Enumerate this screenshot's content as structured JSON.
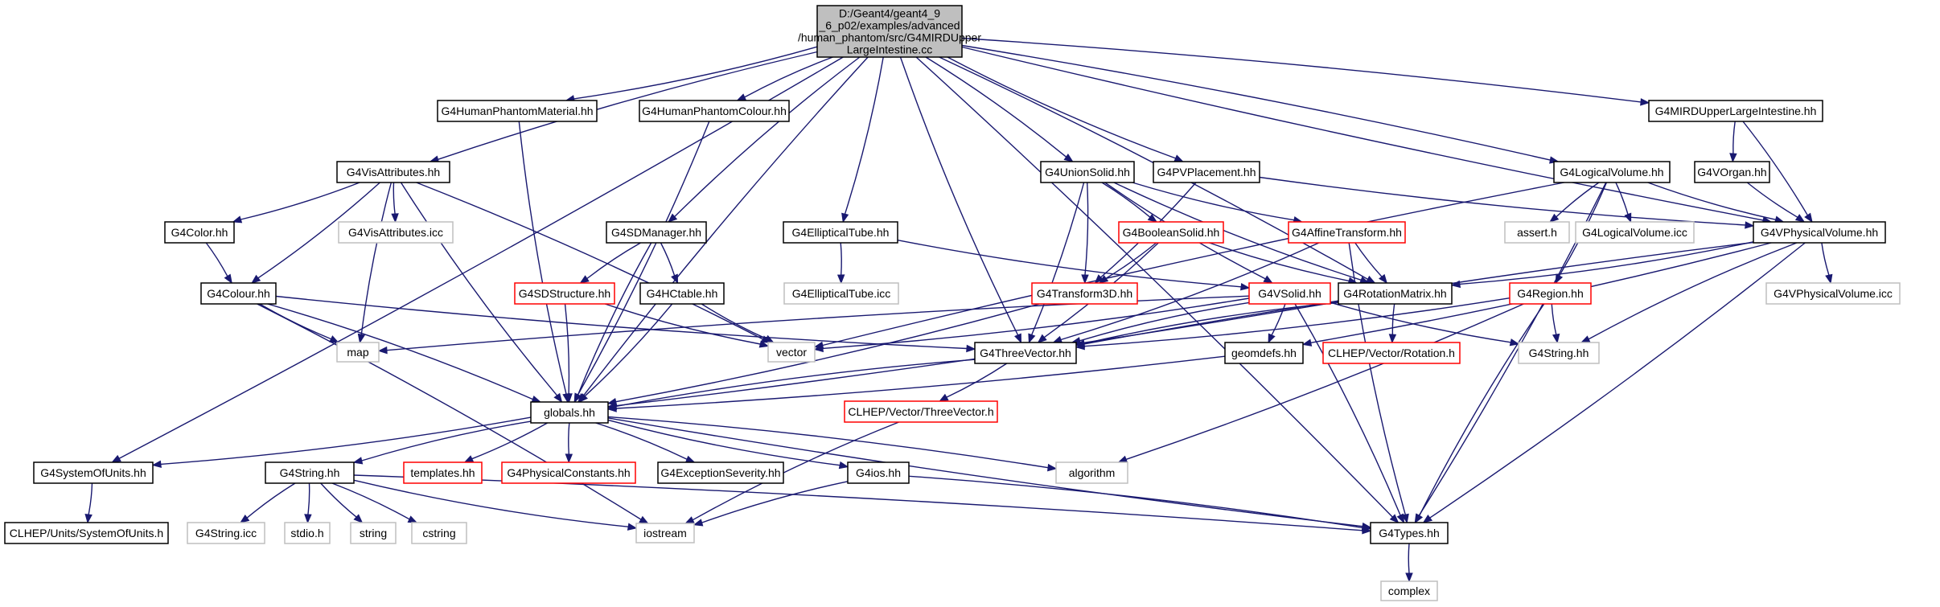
{
  "colors": {
    "edge": "#191970",
    "root_fill": "#bfbfbf",
    "documented_border": "#000000",
    "undocumented_border": "#bfbfbf",
    "incomplete_border": "#ff0000",
    "node_fill": "#ffffff"
  },
  "nodes": {
    "root": {
      "lines": [
        "D:/Geant4/geant4_9",
        "_6_p02/examples/advanced",
        "/human_phantom/src/G4MIRDUpper",
        "LargeIntestine.cc"
      ],
      "kind": "root"
    },
    "G4HumanPhantomMaterial": {
      "lines": [
        "G4HumanPhantomMaterial.hh"
      ],
      "kind": "doc"
    },
    "G4HumanPhantomColour": {
      "lines": [
        "G4HumanPhantomColour.hh"
      ],
      "kind": "doc"
    },
    "G4MIRDUpperLargeIntestine": {
      "lines": [
        "G4MIRDUpperLargeIntestine.hh"
      ],
      "kind": "doc"
    },
    "G4VisAttributes": {
      "lines": [
        "G4VisAttributes.hh"
      ],
      "kind": "doc"
    },
    "G4UnionSolid": {
      "lines": [
        "G4UnionSolid.hh"
      ],
      "kind": "doc"
    },
    "G4PVPlacement": {
      "lines": [
        "G4PVPlacement.hh"
      ],
      "kind": "doc"
    },
    "G4LogicalVolume": {
      "lines": [
        "G4LogicalVolume.hh"
      ],
      "kind": "doc"
    },
    "G4VOrgan": {
      "lines": [
        "G4VOrgan.hh"
      ],
      "kind": "doc"
    },
    "G4Color": {
      "lines": [
        "G4Color.hh"
      ],
      "kind": "doc"
    },
    "G4VisAttributesIcc": {
      "lines": [
        "G4VisAttributes.icc"
      ],
      "kind": "undoc"
    },
    "G4SDManager": {
      "lines": [
        "G4SDManager.hh"
      ],
      "kind": "doc"
    },
    "G4EllipticalTube": {
      "lines": [
        "G4EllipticalTube.hh"
      ],
      "kind": "doc"
    },
    "G4BooleanSolid": {
      "lines": [
        "G4BooleanSolid.hh"
      ],
      "kind": "incomplete"
    },
    "G4AffineTransform": {
      "lines": [
        "G4AffineTransform.hh"
      ],
      "kind": "incomplete"
    },
    "assert": {
      "lines": [
        "assert.h"
      ],
      "kind": "undoc"
    },
    "G4LogicalVolumeIcc": {
      "lines": [
        "G4LogicalVolume.icc"
      ],
      "kind": "undoc"
    },
    "G4VPhysicalVolume": {
      "lines": [
        "G4VPhysicalVolume.hh"
      ],
      "kind": "doc"
    },
    "G4Colour": {
      "lines": [
        "G4Colour.hh"
      ],
      "kind": "doc"
    },
    "G4SDStructure": {
      "lines": [
        "G4SDStructure.hh"
      ],
      "kind": "incomplete"
    },
    "G4HCtable": {
      "lines": [
        "G4HCtable.hh"
      ],
      "kind": "doc"
    },
    "G4EllipticalTubeIcc": {
      "lines": [
        "G4EllipticalTube.icc"
      ],
      "kind": "undoc"
    },
    "G4Transform3D": {
      "lines": [
        "G4Transform3D.hh"
      ],
      "kind": "incomplete"
    },
    "G4VSolid": {
      "lines": [
        "G4VSolid.hh"
      ],
      "kind": "incomplete"
    },
    "G4RotationMatrix": {
      "lines": [
        "G4RotationMatrix.hh"
      ],
      "kind": "doc"
    },
    "G4Region": {
      "lines": [
        "G4Region.hh"
      ],
      "kind": "incomplete"
    },
    "G4VPhysicalVolumeIcc": {
      "lines": [
        "G4VPhysicalVolume.icc"
      ],
      "kind": "undoc"
    },
    "map": {
      "lines": [
        "map"
      ],
      "kind": "undoc"
    },
    "vector": {
      "lines": [
        "vector"
      ],
      "kind": "undoc"
    },
    "G4ThreeVector": {
      "lines": [
        "G4ThreeVector.hh"
      ],
      "kind": "doc"
    },
    "geomdefs": {
      "lines": [
        "geomdefs.hh"
      ],
      "kind": "doc"
    },
    "CLHEPRotation": {
      "lines": [
        "CLHEP/Vector/Rotation.h"
      ],
      "kind": "incomplete"
    },
    "G4StringHH_grey": {
      "lines": [
        "G4String.hh"
      ],
      "kind": "undoc"
    },
    "globals": {
      "lines": [
        "globals.hh"
      ],
      "kind": "doc"
    },
    "CLHEPThreeVector": {
      "lines": [
        "CLHEP/Vector/ThreeVector.h"
      ],
      "kind": "incomplete"
    },
    "G4SystemOfUnits": {
      "lines": [
        "G4SystemOfUnits.hh"
      ],
      "kind": "doc"
    },
    "G4String": {
      "lines": [
        "G4String.hh"
      ],
      "kind": "doc"
    },
    "templates": {
      "lines": [
        "templates.hh"
      ],
      "kind": "incomplete"
    },
    "G4PhysicalConstants": {
      "lines": [
        "G4PhysicalConstants.hh"
      ],
      "kind": "incomplete"
    },
    "G4ExceptionSeverity": {
      "lines": [
        "G4ExceptionSeverity.hh"
      ],
      "kind": "doc"
    },
    "G4ios": {
      "lines": [
        "G4ios.hh"
      ],
      "kind": "doc"
    },
    "algorithm": {
      "lines": [
        "algorithm"
      ],
      "kind": "undoc"
    },
    "CLHEPUnits": {
      "lines": [
        "CLHEP/Units/SystemOfUnits.h"
      ],
      "kind": "doc"
    },
    "G4StringIcc": {
      "lines": [
        "G4String.icc"
      ],
      "kind": "undoc"
    },
    "stdio": {
      "lines": [
        "stdio.h"
      ],
      "kind": "undoc"
    },
    "string": {
      "lines": [
        "string"
      ],
      "kind": "undoc"
    },
    "cstring": {
      "lines": [
        "cstring"
      ],
      "kind": "undoc"
    },
    "iostream": {
      "lines": [
        "iostream"
      ],
      "kind": "undoc"
    },
    "G4Types": {
      "lines": [
        "G4Types.hh"
      ],
      "kind": "doc"
    },
    "complex": {
      "lines": [
        "complex"
      ],
      "kind": "undoc"
    }
  },
  "edges": [
    [
      "root",
      "G4HumanPhantomMaterial"
    ],
    [
      "root",
      "G4HumanPhantomColour"
    ],
    [
      "root",
      "G4MIRDUpperLargeIntestine"
    ],
    [
      "root",
      "G4VisAttributes"
    ],
    [
      "root",
      "G4UnionSolid"
    ],
    [
      "root",
      "G4PVPlacement"
    ],
    [
      "root",
      "G4LogicalVolume"
    ],
    [
      "root",
      "G4SDManager"
    ],
    [
      "root",
      "G4EllipticalTube"
    ],
    [
      "root",
      "G4ThreeVector"
    ],
    [
      "root",
      "G4RotationMatrix"
    ],
    [
      "root",
      "G4VPhysicalVolume"
    ],
    [
      "root",
      "G4SystemOfUnits"
    ],
    [
      "root",
      "globals"
    ],
    [
      "root",
      "G4Types"
    ],
    [
      "G4HumanPhantomMaterial",
      "globals"
    ],
    [
      "G4HumanPhantomColour",
      "globals"
    ],
    [
      "G4MIRDUpperLargeIntestine",
      "G4VOrgan"
    ],
    [
      "G4MIRDUpperLargeIntestine",
      "G4VPhysicalVolume"
    ],
    [
      "G4VOrgan",
      "G4VPhysicalVolume"
    ],
    [
      "G4VisAttributes",
      "G4Color"
    ],
    [
      "G4VisAttributes",
      "G4VisAttributesIcc"
    ],
    [
      "G4VisAttributes",
      "G4Colour"
    ],
    [
      "G4VisAttributes",
      "map"
    ],
    [
      "G4VisAttributes",
      "vector"
    ],
    [
      "G4VisAttributes",
      "globals"
    ],
    [
      "G4Color",
      "G4Colour"
    ],
    [
      "G4Colour",
      "map"
    ],
    [
      "G4Colour",
      "globals"
    ],
    [
      "G4Colour",
      "G4ThreeVector"
    ],
    [
      "G4Colour",
      "iostream"
    ],
    [
      "G4SDManager",
      "G4SDStructure"
    ],
    [
      "G4SDManager",
      "G4HCtable"
    ],
    [
      "G4SDManager",
      "globals"
    ],
    [
      "G4SDStructure",
      "globals"
    ],
    [
      "G4SDStructure",
      "vector"
    ],
    [
      "G4HCtable",
      "globals"
    ],
    [
      "G4HCtable",
      "vector"
    ],
    [
      "G4EllipticalTube",
      "G4EllipticalTubeIcc"
    ],
    [
      "G4EllipticalTube",
      "G4VSolid"
    ],
    [
      "G4UnionSolid",
      "G4BooleanSolid"
    ],
    [
      "G4UnionSolid",
      "G4AffineTransform"
    ],
    [
      "G4UnionSolid",
      "G4Transform3D"
    ],
    [
      "G4UnionSolid",
      "G4VSolid"
    ],
    [
      "G4UnionSolid",
      "G4ThreeVector"
    ],
    [
      "G4UnionSolid",
      "G4RotationMatrix"
    ],
    [
      "G4PVPlacement",
      "G4Transform3D"
    ],
    [
      "G4PVPlacement",
      "G4VPhysicalVolume"
    ],
    [
      "G4BooleanSolid",
      "G4Transform3D"
    ],
    [
      "G4BooleanSolid",
      "G4RotationMatrix"
    ],
    [
      "G4BooleanSolid",
      "G4ThreeVector"
    ],
    [
      "G4AffineTransform",
      "G4RotationMatrix"
    ],
    [
      "G4AffineTransform",
      "G4ThreeVector"
    ],
    [
      "G4AffineTransform",
      "G4Types"
    ],
    [
      "G4Transform3D",
      "globals"
    ],
    [
      "G4LogicalVolume",
      "assert"
    ],
    [
      "G4LogicalVolume",
      "G4LogicalVolumeIcc"
    ],
    [
      "G4LogicalVolume",
      "G4VPhysicalVolume"
    ],
    [
      "G4LogicalVolume",
      "G4Region"
    ],
    [
      "G4LogicalVolume",
      "vector"
    ],
    [
      "G4LogicalVolume",
      "G4Types"
    ],
    [
      "G4VPhysicalVolume",
      "G4VPhysicalVolumeIcc"
    ],
    [
      "G4VPhysicalVolume",
      "G4RotationMatrix"
    ],
    [
      "G4VPhysicalVolume",
      "G4ThreeVector"
    ],
    [
      "G4VPhysicalVolume",
      "geomdefs"
    ],
    [
      "G4VPhysicalVolume",
      "G4StringHH_grey"
    ],
    [
      "G4VPhysicalVolume",
      "G4Types"
    ],
    [
      "G4VSolid",
      "map"
    ],
    [
      "G4VSolid",
      "vector"
    ],
    [
      "G4VSolid",
      "G4ThreeVector"
    ],
    [
      "G4VSolid",
      "geomdefs"
    ],
    [
      "G4VSolid",
      "G4StringHH_grey"
    ],
    [
      "G4VSolid",
      "G4Types"
    ],
    [
      "G4RotationMatrix",
      "CLHEPRotation"
    ],
    [
      "G4RotationMatrix",
      "globals"
    ],
    [
      "G4RotationMatrix",
      "G4ThreeVector"
    ],
    [
      "G4Region",
      "G4ThreeVector"
    ],
    [
      "G4Region",
      "G4StringHH_grey"
    ],
    [
      "G4Region",
      "algorithm"
    ],
    [
      "G4Region",
      "G4Types"
    ],
    [
      "G4ThreeVector",
      "CLHEPThreeVector"
    ],
    [
      "G4ThreeVector",
      "globals"
    ],
    [
      "geomdefs",
      "globals"
    ],
    [
      "CLHEPThreeVector",
      "iostream"
    ],
    [
      "globals",
      "G4SystemOfUnits"
    ],
    [
      "globals",
      "G4String"
    ],
    [
      "globals",
      "templates"
    ],
    [
      "globals",
      "G4PhysicalConstants"
    ],
    [
      "globals",
      "G4ExceptionSeverity"
    ],
    [
      "globals",
      "G4ios"
    ],
    [
      "globals",
      "algorithm"
    ],
    [
      "globals",
      "G4Types"
    ],
    [
      "G4SystemOfUnits",
      "CLHEPUnits"
    ],
    [
      "G4String",
      "G4StringIcc"
    ],
    [
      "G4String",
      "stdio"
    ],
    [
      "G4String",
      "string"
    ],
    [
      "G4String",
      "cstring"
    ],
    [
      "G4String",
      "iostream"
    ],
    [
      "G4String",
      "G4Types"
    ],
    [
      "G4ios",
      "iostream"
    ],
    [
      "G4ios",
      "G4Types"
    ],
    [
      "G4Types",
      "complex"
    ]
  ]
}
